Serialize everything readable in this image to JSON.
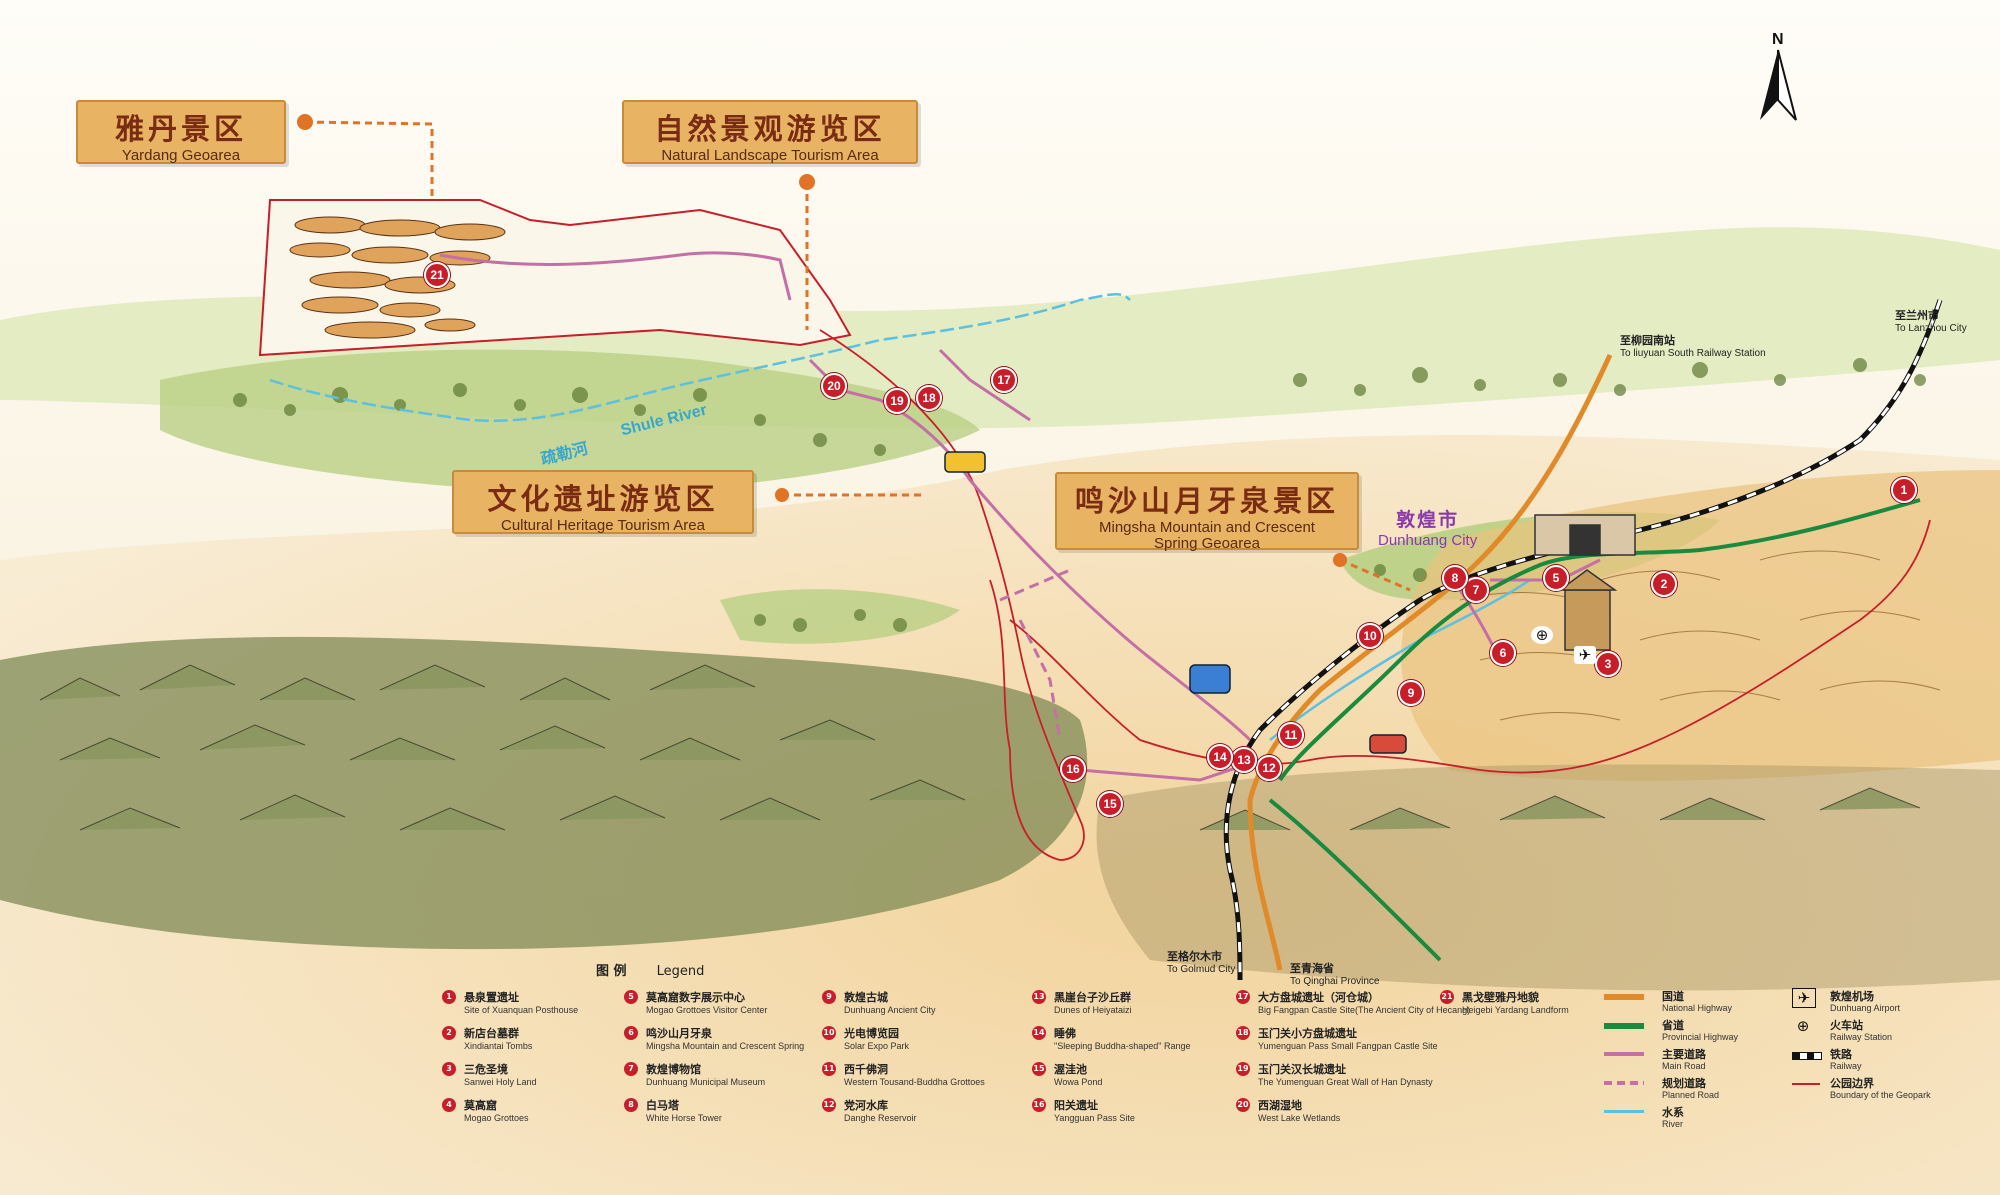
{
  "zones": {
    "yardang": {
      "zh": "雅丹景区",
      "en": "Yardang Geoarea"
    },
    "natural": {
      "zh": "自然景观游览区",
      "en": "Natural Landscape Tourism Area"
    },
    "cultural": {
      "zh": "文化遗址游览区",
      "en": "Cultural Heritage Tourism Area"
    },
    "mingsha": {
      "zh": "鸣沙山月牙泉景区",
      "en": "Mingsha Mountain and Crescent Spring  Geoarea"
    }
  },
  "city": {
    "zh": "敦煌市",
    "en": "Dunhuang City"
  },
  "river": {
    "zh": "疏勒河",
    "en": "Shule River"
  },
  "compass": "N",
  "directions": {
    "liuyuan": {
      "zh": "至柳园南站",
      "en": "To liuyuan South Railway Station"
    },
    "lanzhou": {
      "zh": "至兰州市",
      "en": "To Lanzhou City"
    },
    "golmud": {
      "zh": "至格尔木市",
      "en": "To Golmud City"
    },
    "qinghai": {
      "zh": "至青海省",
      "en": "To Qinghai Province"
    }
  },
  "legend": {
    "title_zh": "图  例",
    "title_en": "Legend",
    "sites": [
      {
        "n": "1",
        "zh": "悬泉置遗址",
        "en": "Site of Xuanquan Posthouse"
      },
      {
        "n": "2",
        "zh": "新店台墓群",
        "en": "Xindiantai Tombs"
      },
      {
        "n": "3",
        "zh": "三危圣境",
        "en": "Sanwei Holy Land"
      },
      {
        "n": "4",
        "zh": "莫高窟",
        "en": "Mogao Grottoes"
      },
      {
        "n": "5",
        "zh": "莫高窟数字展示中心",
        "en": "Mogao Grottoes Visitor Center"
      },
      {
        "n": "6",
        "zh": "鸣沙山月牙泉",
        "en": "Mingsha Mountain and Crescent Spring"
      },
      {
        "n": "7",
        "zh": "敦煌博物馆",
        "en": "Dunhuang Municipal Museum"
      },
      {
        "n": "8",
        "zh": "白马塔",
        "en": "White Horse Tower"
      },
      {
        "n": "9",
        "zh": "敦煌古城",
        "en": "Dunhuang Ancient City"
      },
      {
        "n": "10",
        "zh": "光电博览园",
        "en": "Solar Expo Park"
      },
      {
        "n": "11",
        "zh": "西千佛洞",
        "en": "Western Tousand-Buddha Grottoes"
      },
      {
        "n": "12",
        "zh": "党河水库",
        "en": "Danghe Reservoir"
      },
      {
        "n": "13",
        "zh": "黑崖台子沙丘群",
        "en": "Dunes of Heiyataizi"
      },
      {
        "n": "14",
        "zh": "睡佛",
        "en": "\"Sleeping Buddha-shaped\" Range"
      },
      {
        "n": "15",
        "zh": "渥洼池",
        "en": "Wowa Pond"
      },
      {
        "n": "16",
        "zh": "阳关遗址",
        "en": "Yangguan Pass Site"
      },
      {
        "n": "17",
        "zh": "大方盘城遗址（河仓城）",
        "en": "Big Fangpan Castle Site(The Ancient City of Hecang)"
      },
      {
        "n": "18",
        "zh": "玉门关小方盘城遗址",
        "en": "Yumenguan Pass Small Fangpan Castle Site"
      },
      {
        "n": "19",
        "zh": "玉门关汉长城遗址",
        "en": "The Yumenguan Great Wall of Han Dynasty"
      },
      {
        "n": "20",
        "zh": "西湖湿地",
        "en": "West Lake Wetlands"
      },
      {
        "n": "21",
        "zh": "黑戈壁雅丹地貌",
        "en": "Heigebi Yardang Landform"
      }
    ],
    "lines": [
      {
        "zh": "国道",
        "en": "National Highway",
        "color": "#e08a2a"
      },
      {
        "zh": "省道",
        "en": "Provincial Highway",
        "color": "#1a8a3e"
      },
      {
        "zh": "主要道路",
        "en": "Main Road",
        "color": "#c46fa6"
      },
      {
        "zh": "规划道路",
        "en": "Planned Road",
        "color": "#c46fa6"
      },
      {
        "zh": "水系",
        "en": "River",
        "color": "#5cc0e0"
      }
    ],
    "points": [
      {
        "zh": "敦煌机场",
        "en": "Dunhuang Airport",
        "icon": "airport-icon"
      },
      {
        "zh": "火车站",
        "en": "Railway Station",
        "icon": "railway-station-icon"
      },
      {
        "zh": "铁路",
        "en": "Railway",
        "icon": "railway-icon"
      },
      {
        "zh": "公园边界",
        "en": "Boundary of the Geopark",
        "icon": "boundary-icon",
        "color": "#c81e2a"
      }
    ]
  }
}
